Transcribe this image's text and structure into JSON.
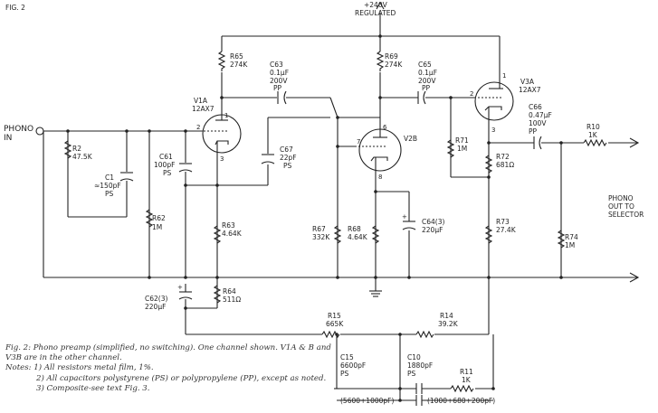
{
  "figure_label": "FIG. 2",
  "supply": {
    "line1": "+240V",
    "line2": "REGULATED"
  },
  "input": {
    "line1": "PHONO",
    "line2": "IN"
  },
  "output_right": {
    "line1": "PHONO",
    "line2": "OUT TO",
    "line3": "SELECTOR"
  },
  "tubes": {
    "v1a": {
      "line1": "V1A",
      "line2": "12AX7"
    },
    "v2b": {
      "line1": "V2B"
    },
    "v3a": {
      "line1": "V3A",
      "line2": "12AX7"
    }
  },
  "pins": {
    "v1a_grid": "2",
    "v1a_plate": "1",
    "v1a_cathode": "3",
    "v2b_grid": "7",
    "v2b_plate": "6",
    "v2b_cathode": "8",
    "v3a_grid": "2",
    "v3a_plate": "1",
    "v3a_cathode": "3"
  },
  "components": {
    "r2": {
      "name": "R2",
      "value": "47.5K"
    },
    "c1": {
      "name": "C1",
      "value": "≈150pF",
      "type": "PS"
    },
    "r62": {
      "name": "R62",
      "value": "1M"
    },
    "c61": {
      "name": "C61",
      "value": "100pF",
      "type": "PS"
    },
    "r65": {
      "name": "R65",
      "value": "274K"
    },
    "c63": {
      "name": "C63",
      "value": "0.1μF",
      "volt": "200V",
      "type": "PP"
    },
    "c67": {
      "name": "C67",
      "value": "22pF",
      "type": "PS"
    },
    "r63": {
      "name": "R63",
      "value": "4.64K"
    },
    "c62": {
      "name": "C62(3)",
      "value": "220μF"
    },
    "r64": {
      "name": "R64",
      "value": "511Ω"
    },
    "r69": {
      "name": "R69",
      "value": "274K"
    },
    "r67": {
      "name": "R67",
      "value": "332K"
    },
    "r68": {
      "name": "R68",
      "value": "4.64K"
    },
    "c64": {
      "name": "C64(3)",
      "value": "220μF"
    },
    "c65": {
      "name": "C65",
      "value": "0.1μF",
      "volt": "200V",
      "type": "PP"
    },
    "r71": {
      "name": "R71",
      "value": "1M"
    },
    "r72": {
      "name": "R72",
      "value": "681Ω"
    },
    "r73": {
      "name": "R73",
      "value": "27.4K"
    },
    "c66": {
      "name": "C66",
      "value": "0.47μF",
      "volt": "100V",
      "type": "PP"
    },
    "r10": {
      "name": "R10",
      "value": "1K"
    },
    "r74": {
      "name": "R74",
      "value": "1M"
    },
    "r15": {
      "name": "R15",
      "value": "665K"
    },
    "r14": {
      "name": "R14",
      "value": "39.2K"
    },
    "c15": {
      "name": "C15",
      "value": "6600pF",
      "type": "PS"
    },
    "c10": {
      "name": "C10",
      "value": "1880pF",
      "type": "PS"
    },
    "r11": {
      "name": "R11",
      "value": "1K"
    }
  },
  "composites": {
    "c15": "(5600+1000pF)",
    "c10": "(1000+680+200pF)"
  },
  "caption": {
    "line1": "Fig. 2: Phono preamp (simplified, no switching). One channel shown. V1A & B and",
    "line2": "V3B are in the other channel.",
    "line3": "Notes: 1) All resistors metal film, 1%.",
    "line4": "2) All capacitors polystyrene (PS) or polypropylene (PP), except as noted.",
    "line5": "3) Composite-see text Fig. 3."
  }
}
